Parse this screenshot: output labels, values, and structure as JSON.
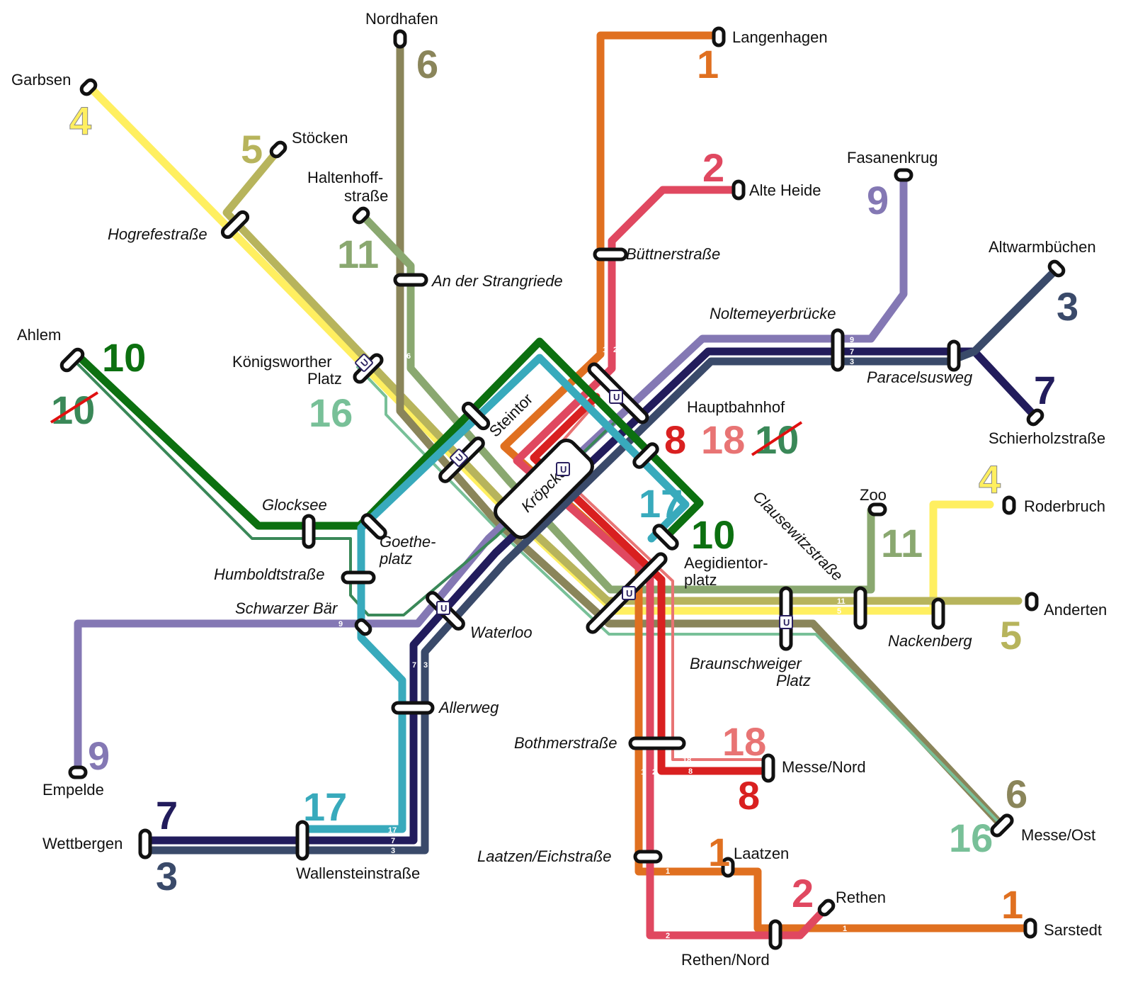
{
  "colors": {
    "line1": "#e07020",
    "line2": "#e04860",
    "line3": "#3a4a6a",
    "line4": "#ffef60",
    "line5": "#b7b45c",
    "line6": "#8a855a",
    "line7": "#221c5c",
    "line8": "#d92020",
    "line9": "#8478b4",
    "line10": "#0c7010",
    "line11": "#8aa870",
    "line16": "#78c098",
    "line17": "#38aabc",
    "line18": "#e87474",
    "line10old": "#3a8858",
    "strike": "#e01010"
  },
  "icons": {
    "u_bahn": "U-badge-icon"
  },
  "stations": {
    "langenhagen": "Langenhagen",
    "nordhafen": "Nordhafen",
    "garbsen": "Garbsen",
    "stoecken": "Stöcken",
    "haltenhoff1": "Haltenhoff-",
    "haltenhoff2": "straße",
    "alte_heide": "Alte Heide",
    "fasanenkrug": "Fasanenkrug",
    "altwarmbuechen": "Altwarmbüchen",
    "hogrefestrasse": "Hogrefestraße",
    "buettnerstrasse": "Büttnerstraße",
    "strangriede": "An der Strangriede",
    "noltemeyerbruecke": "Noltemeyerbrücke",
    "ahlem": "Ahlem",
    "koenigsworther1": "Königsworther",
    "koenigsworther2": "Platz",
    "paracelsusweg": "Paracelsusweg",
    "schierholzstrasse": "Schierholzstraße",
    "steintor": "Steintor",
    "hauptbahnhof": "Hauptbahnhof",
    "kroepcke": "Kröpcke",
    "glocksee": "Glocksee",
    "goethe1": "Goethe-",
    "goethe2": "platz",
    "humboldtstrasse": "Humboldtstraße",
    "schwarzer_baer": "Schwarzer Bär",
    "waterloo": "Waterloo",
    "aegidientor1": "Aegidientor-",
    "aegidientor2": "platz",
    "clausewitzstrasse": "Clausewitzstraße",
    "zoo": "Zoo",
    "roderbruch": "Roderbruch",
    "anderten": "Anderten",
    "nackenberg": "Nackenberg",
    "braunschweiger1": "Braunschweiger",
    "braunschweiger2": "Platz",
    "empelde": "Empelde",
    "allerweg": "Allerweg",
    "bothmerstrasse": "Bothmerstraße",
    "messe_nord": "Messe/Nord",
    "wettbergen": "Wettbergen",
    "wallensteinstrasse": "Wallensteinstraße",
    "laatzen_eichstrasse": "Laatzen/Eichstraße",
    "laatzen": "Laatzen",
    "messe_ost": "Messe/Ost",
    "rethen": "Rethen",
    "rethen_nord": "Rethen/Nord",
    "sarstedt": "Sarstedt"
  },
  "line_numbers": {
    "n1": "1",
    "n2": "2",
    "n3": "3",
    "n4": "4",
    "n5": "5",
    "n6": "6",
    "n7": "7",
    "n8": "8",
    "n9": "9",
    "n10": "10",
    "n11": "11",
    "n16": "16",
    "n17": "17",
    "n18": "18"
  }
}
